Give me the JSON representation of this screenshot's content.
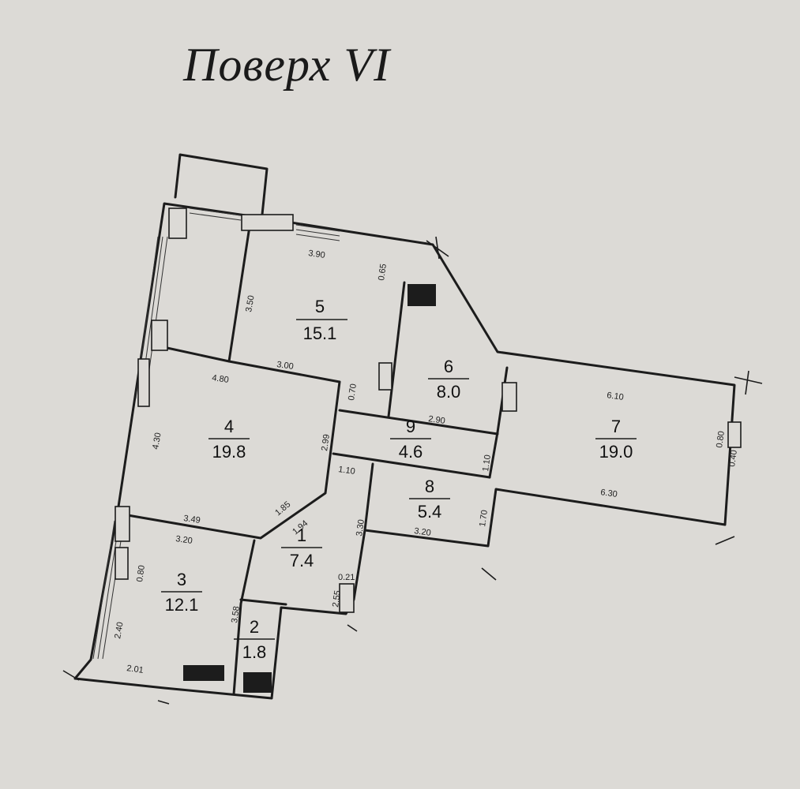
{
  "title": "Поверх VI",
  "rooms": [
    {
      "number": "1",
      "area": "7.4"
    },
    {
      "number": "2",
      "area": "1.8"
    },
    {
      "number": "3",
      "area": "12.1"
    },
    {
      "number": "4",
      "area": "19.8"
    },
    {
      "number": "5",
      "area": "15.1"
    },
    {
      "number": "6",
      "area": "8.0"
    },
    {
      "number": "7",
      "area": "19.0"
    },
    {
      "number": "8",
      "area": "5.4"
    },
    {
      "number": "9",
      "area": "4.6"
    }
  ],
  "dimensions": {
    "d390": "3.90",
    "d065": "0.65",
    "d350": "3.50",
    "d300": "3.00",
    "d480": "4.80",
    "d070": "0.70",
    "d290": "2.90",
    "d299": "2.99",
    "d430": "4.30",
    "d110a": "1.10",
    "d110b": "1.10",
    "d610": "6.10",
    "d080a": "0.80",
    "d040": "0.40",
    "d630": "6.30",
    "d170": "1.70",
    "d330": "3.30",
    "d320b": "3.20",
    "d349": "3.49",
    "d320a": "3.20",
    "d185": "1.85",
    "d194": "1.94",
    "d080b": "0.80",
    "d358": "3.58",
    "d255": "2.55",
    "d021": "0.21",
    "d240": "2.40",
    "d201": "2.01"
  }
}
